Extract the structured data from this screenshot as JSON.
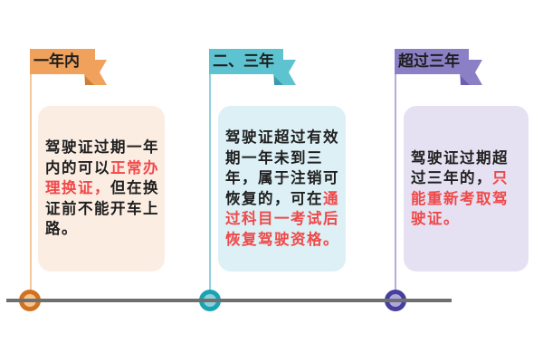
{
  "stages": [
    {
      "label": "一年内",
      "colors": {
        "flag": "#f0a25c",
        "flag_dark": "#c98038",
        "pole": "#f3c79c",
        "card": "#fcede3",
        "dot_ring": "#d0731f",
        "dot_fill": "#f8c48f"
      },
      "text": [
        {
          "t": "驾驶证过期一年内的可以",
          "hl": false
        },
        {
          "t": "正常办理换证，",
          "hl": true
        },
        {
          "t": "但在换证前不能开车上路。",
          "hl": false
        }
      ],
      "text_parts": {
        "p1": "驾驶证过期一年内的可以",
        "p2": "正常办理换证，",
        "p3": "但在换证前不能开车上路。"
      }
    },
    {
      "label": "二、三年",
      "colors": {
        "flag": "#5ec3d1",
        "flag_dark": "#3a9cab",
        "pole": "#8fd2dc",
        "card": "#dcf0f6",
        "dot_ring": "#1ba3b3",
        "dot_fill": "#8dd0dc"
      },
      "text_parts": {
        "p1": "驾驶证超过有效期一年未到三年，属于注销可恢复的，可在",
        "p2": "通过科目一考试后恢复驾驶资格。",
        "p3": ""
      }
    },
    {
      "label": "超过三年",
      "colors": {
        "flag": "#8b80c6",
        "flag_dark": "#6a5fb0",
        "pole": "#b4addb",
        "card": "#e5e1f2",
        "dot_ring": "#463f9c",
        "dot_fill": "#b0a8d9"
      },
      "text_parts": {
        "p1": "驾驶证过期超过三年的，",
        "p2": "只能重新考取驾驶证。",
        "p3": ""
      }
    }
  ],
  "timeline": {
    "color": "#6f6f6f"
  }
}
